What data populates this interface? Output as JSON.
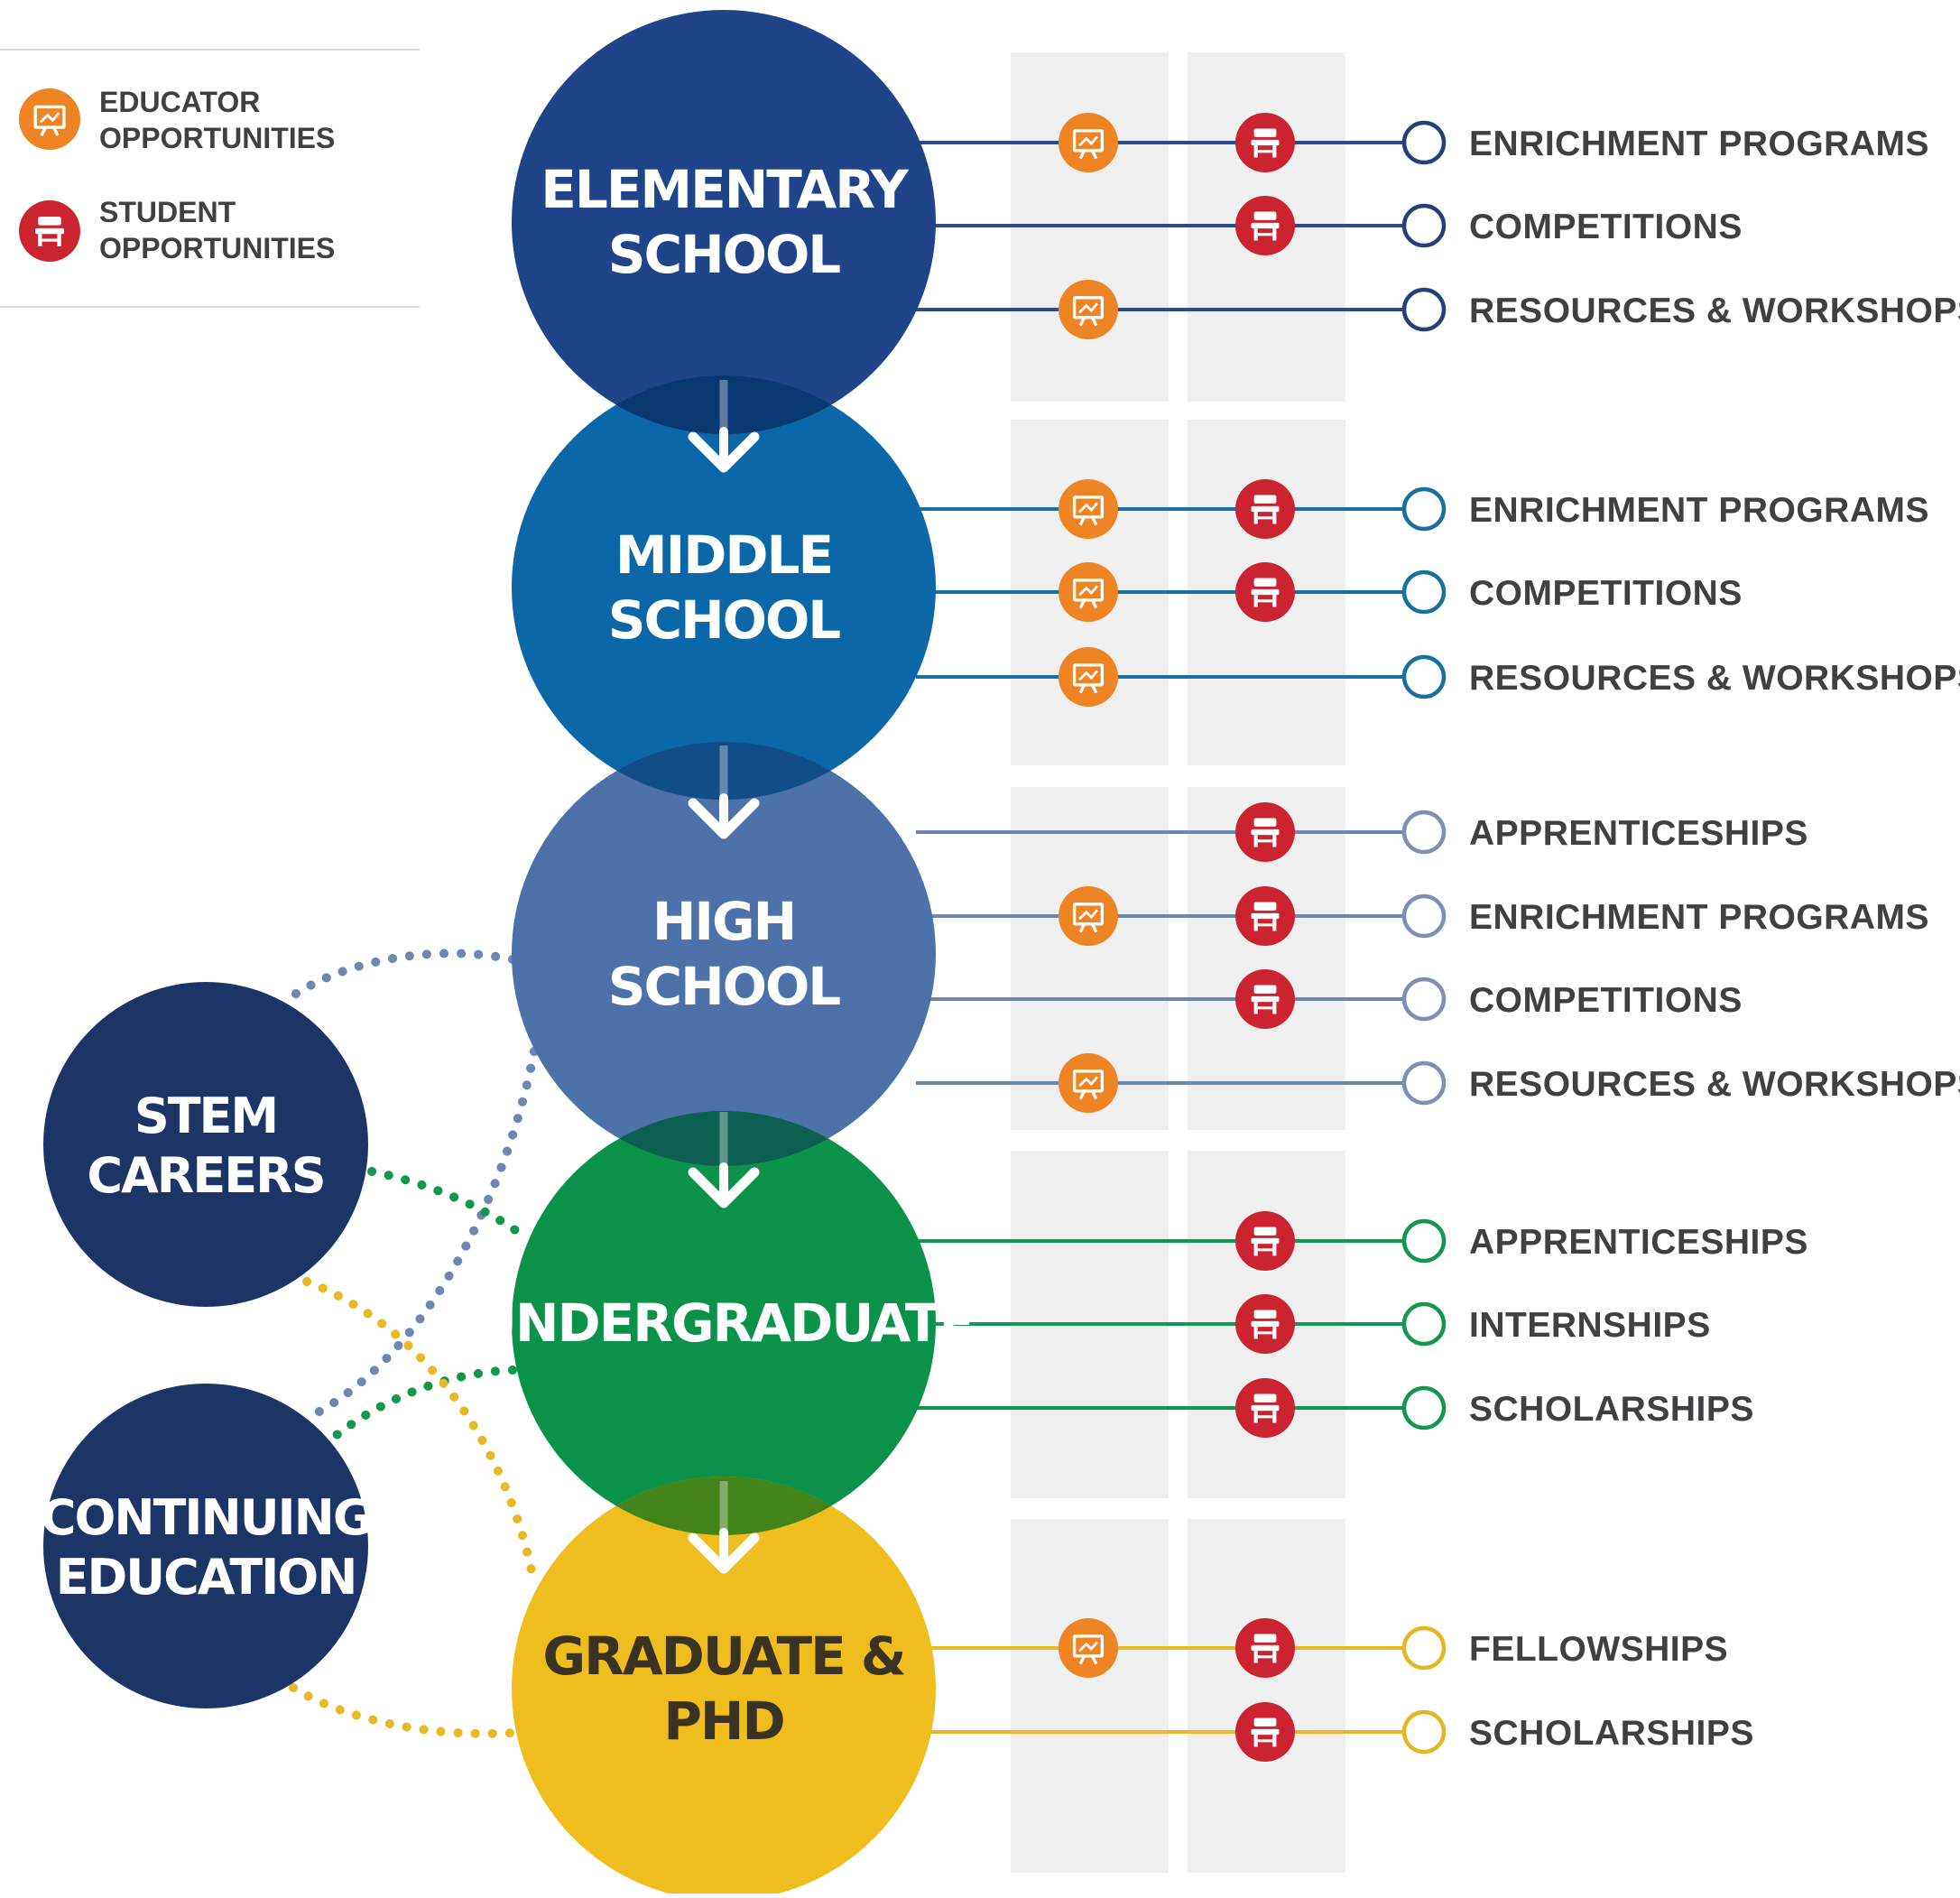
{
  "legend": {
    "educator": {
      "label_line1": "EDUCATOR",
      "label_line2": "OPPORTUNITIES",
      "icon": "whiteboard-icon"
    },
    "student": {
      "label_line1": "STUDENT",
      "label_line2": "OPPORTUNITIES",
      "icon": "desk-icon"
    }
  },
  "colors": {
    "educator": "#ef8424",
    "student": "#cc2331",
    "elementary": "#1f4489",
    "middle": "#0c67a8",
    "high": "#4d72a9",
    "undergraduate": "#0a924b",
    "graduate": "#f0bd1e",
    "side": "#1c3566",
    "column_bg": "#efefef"
  },
  "stages": [
    {
      "key": "elementary",
      "title_lines": [
        "ELEMENTARY",
        "SCHOOL"
      ],
      "opportunities": [
        {
          "label": "ENRICHMENT PROGRAMS",
          "educator": true,
          "student": true
        },
        {
          "label": "COMPETITIONS",
          "educator": false,
          "student": true
        },
        {
          "label": "RESOURCES & WORKSHOPS",
          "educator": true,
          "student": false
        }
      ]
    },
    {
      "key": "middle",
      "title_lines": [
        "MIDDLE",
        "SCHOOL"
      ],
      "opportunities": [
        {
          "label": "ENRICHMENT PROGRAMS",
          "educator": true,
          "student": true
        },
        {
          "label": "COMPETITIONS",
          "educator": true,
          "student": true
        },
        {
          "label": "RESOURCES & WORKSHOPS",
          "educator": true,
          "student": false
        }
      ]
    },
    {
      "key": "high",
      "title_lines": [
        "HIGH",
        "SCHOOL"
      ],
      "opportunities": [
        {
          "label": "APPRENTICESHIPS",
          "educator": false,
          "student": true
        },
        {
          "label": "ENRICHMENT PROGRAMS",
          "educator": true,
          "student": true
        },
        {
          "label": "COMPETITIONS",
          "educator": false,
          "student": true
        },
        {
          "label": "RESOURCES & WORKSHOPS",
          "educator": true,
          "student": false
        }
      ]
    },
    {
      "key": "undergraduate",
      "title_lines": [
        "UNDERGRADUATE"
      ],
      "opportunities": [
        {
          "label": "APPRENTICESHIPS",
          "educator": false,
          "student": true
        },
        {
          "label": "INTERNSHIPS",
          "educator": false,
          "student": true
        },
        {
          "label": "SCHOLARSHIPS",
          "educator": false,
          "student": true
        }
      ]
    },
    {
      "key": "graduate",
      "title_lines": [
        "GRADUATE &",
        "PHD"
      ],
      "opportunities": [
        {
          "label": "FELLOWSHIPS",
          "educator": true,
          "student": true
        },
        {
          "label": "SCHOLARSHIPS",
          "educator": false,
          "student": true
        }
      ]
    }
  ],
  "side_nodes": [
    {
      "key": "stem",
      "title_lines": [
        "STEM",
        "CAREERS"
      ]
    },
    {
      "key": "continuing",
      "title_lines": [
        "CONTINUING",
        "EDUCATION"
      ]
    }
  ]
}
